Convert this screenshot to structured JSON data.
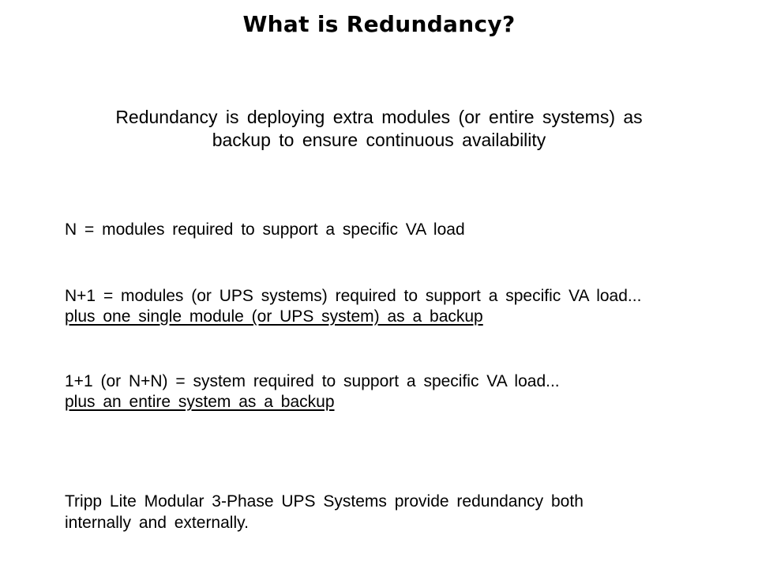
{
  "slide": {
    "colors": {
      "background": "#ffffff",
      "text": "#000000"
    },
    "title": "What is Redundancy?",
    "subtitle_lines": [
      "Redundancy is deploying extra modules (or entire systems) as",
      "backup to ensure continuous availability"
    ],
    "definitions": [
      {
        "line1": "N = modules required to support a specific VA load",
        "line2_underlined": ""
      },
      {
        "line1": "N+1 = modules (or UPS systems) required to support a specific VA load...",
        "line2_underlined": "plus one single module (or UPS system) as a backup"
      },
      {
        "line1": "1+1 (or N+N) = system required to support a specific VA load...",
        "line2_underlined": "plus an entire system as a backup"
      }
    ],
    "footer_lines": [
      "Tripp Lite Modular 3-Phase UPS Systems provide redundancy both",
      "internally and externally."
    ]
  }
}
